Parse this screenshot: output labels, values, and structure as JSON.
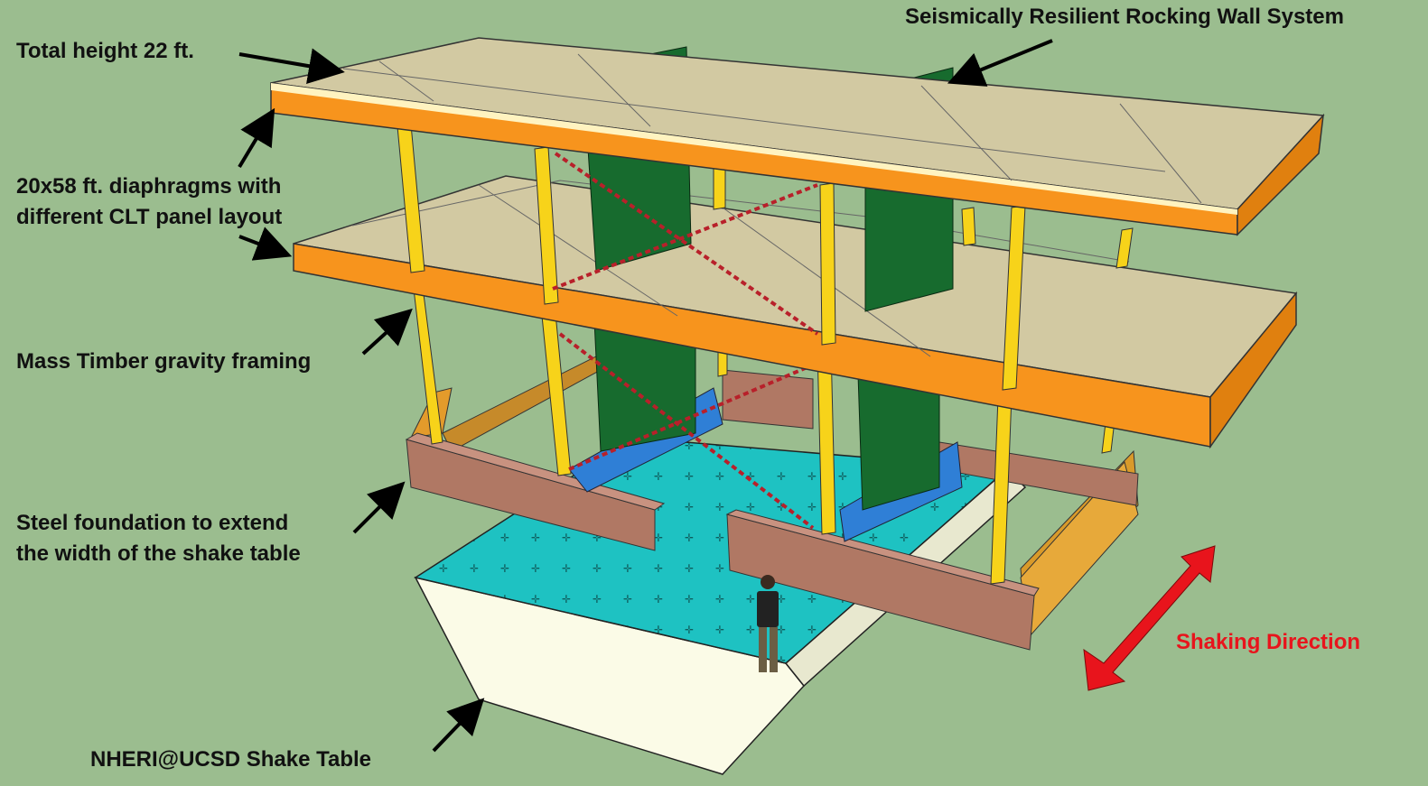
{
  "labels": {
    "rocking_wall": "Seismically Resilient Rocking Wall System",
    "total_height": "Total height 22 ft.",
    "diaphragms_line1": "20x58 ft. diaphragms with",
    "diaphragms_line2": "different CLT panel layout",
    "gravity_framing": "Mass Timber gravity framing",
    "foundation_line1": "Steel foundation to extend",
    "foundation_line2": "the width of the shake table",
    "shake_table": "NHERI@UCSD Shake Table",
    "shaking_direction": "Shaking Direction"
  },
  "colors": {
    "background": "#9bbd8f",
    "clt_panel": "#d2c9a2",
    "glulam_beam": "#f7941d",
    "column": "#f7d31a",
    "rocking_wall": "#176b2e",
    "steel_foundation": "#b07864",
    "shake_table_top": "#1ec2c2",
    "shaking_arrow": "#e8141c"
  }
}
